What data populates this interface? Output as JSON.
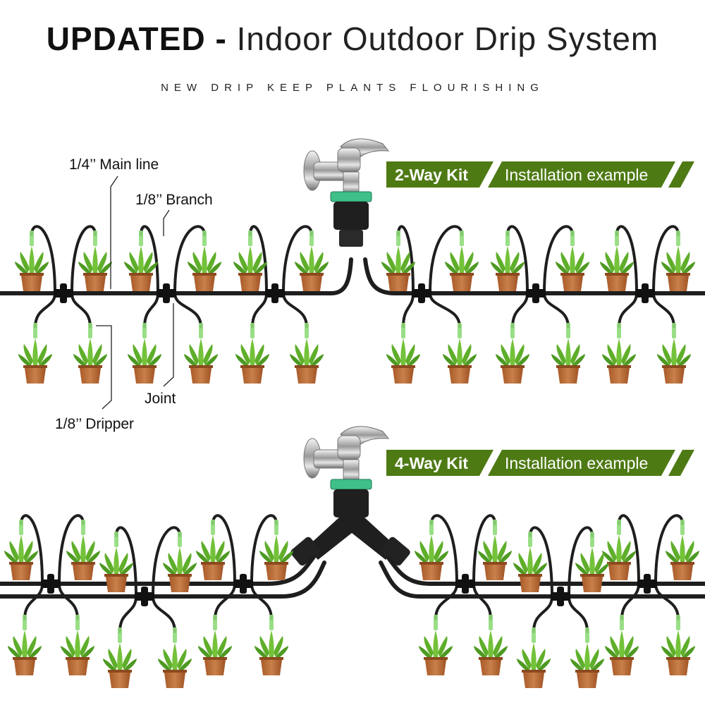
{
  "title": {
    "bold": "UPDATED -",
    "light": "Indoor Outdoor Drip System"
  },
  "subtitle": "NEW DRIP KEEP PLANTS FLOURISHING",
  "kits": [
    {
      "kit_name": "2-Way Kit",
      "caption": "Installation example"
    },
    {
      "kit_name": "4-Way Kit",
      "caption": "Installation example"
    }
  ],
  "callouts": {
    "main_line": "1/4’’ Main line",
    "branch": "1/8’’ Branch",
    "joint": "Joint",
    "dripper": "1/8’’ Dripper"
  },
  "colors": {
    "banner_green": "#4e7a14",
    "tube_black": "#1e1e1e",
    "dripper_green": "#8fdc7a",
    "pot_brown": "#c0703a",
    "plant_green": "#5fae2a",
    "connector_teal": "#3fbf8a"
  }
}
